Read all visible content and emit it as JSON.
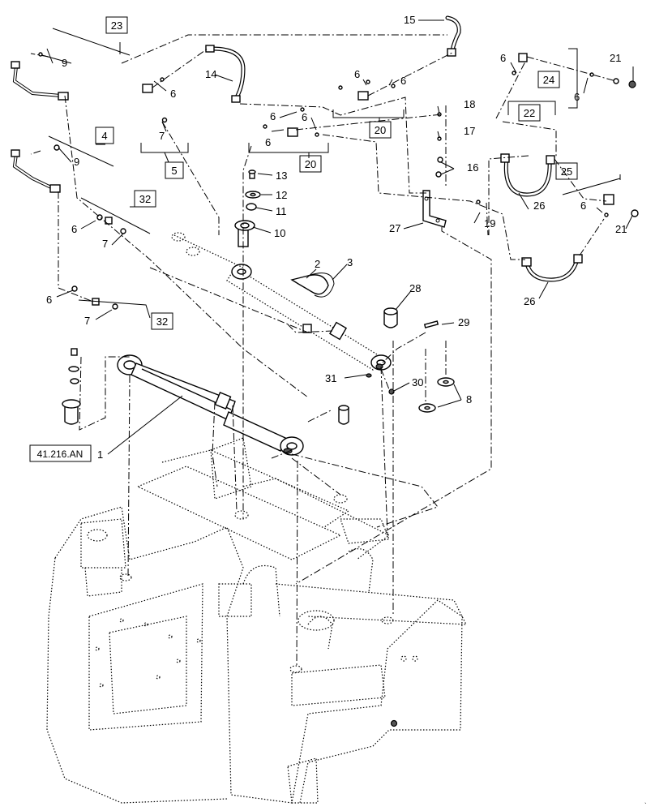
{
  "callouts": {
    "c1": "1",
    "c2": "2",
    "c3": "3",
    "c4": "4",
    "c5": "5",
    "c6a": "6",
    "c6b": "6",
    "c6c": "6",
    "c6d": "6",
    "c6e": "6",
    "c6f": "6",
    "c6g": "6",
    "c6h": "6",
    "c6i": "6",
    "c6j": "6",
    "c6k": "6",
    "c7a": "7",
    "c7b": "7",
    "c7c": "7",
    "c8": "8",
    "c9a": "9",
    "c9b": "9",
    "c10": "10",
    "c11": "11",
    "c12": "12",
    "c13": "13",
    "c14": "14",
    "c15": "15",
    "c16": "16",
    "c17": "17",
    "c18": "18",
    "c19": "19",
    "c20a": "20",
    "c20b": "20",
    "c21a": "21",
    "c21b": "21",
    "c22": "22",
    "c23": "23",
    "c24": "24",
    "c25": "25",
    "c26a": "26",
    "c26b": "26",
    "c27": "27",
    "c28": "28",
    "c29": "29",
    "c30": "30",
    "c31": "31",
    "c32a": "32",
    "c32b": "32"
  },
  "reference": {
    "label": "41.216.AN"
  }
}
